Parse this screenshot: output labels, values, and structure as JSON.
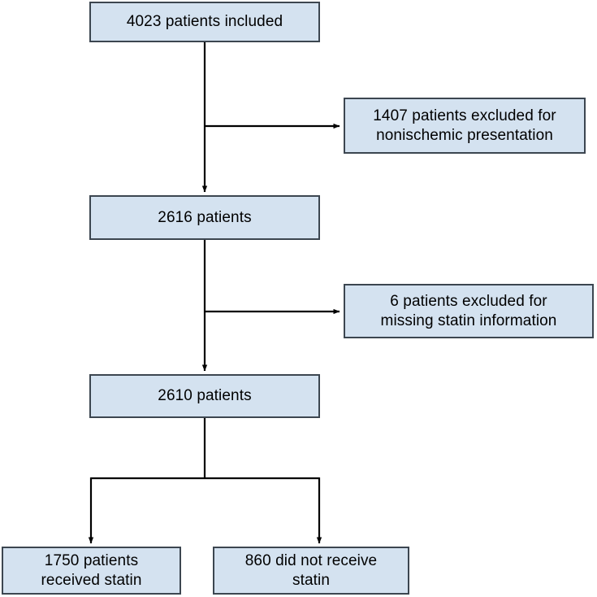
{
  "diagram": {
    "type": "patient-flow-flowchart",
    "title": "",
    "colors": {
      "node_fill": "#d4e2f0",
      "node_border": "#3c4650",
      "connector": "#000000",
      "text": "#000000",
      "background": "#ffffff"
    },
    "nodes": [
      {
        "id": "included",
        "role": "cohort",
        "line1": "4023 patients included",
        "line2": "",
        "count": 4023
      },
      {
        "id": "excluded_nonischemic",
        "role": "exclusion",
        "line1": "1407 patients excluded for",
        "line2": "nonischemic presentation",
        "count": 1407
      },
      {
        "id": "cohort_2616",
        "role": "cohort",
        "line1": "2616 patients",
        "line2": "",
        "count": 2616
      },
      {
        "id": "excluded_missing_statin",
        "role": "exclusion",
        "line1": "6 patients excluded for",
        "line2": "missing statin information",
        "count": 6
      },
      {
        "id": "cohort_2610",
        "role": "cohort",
        "line1": "2610 patients",
        "line2": "",
        "count": 2610
      },
      {
        "id": "received_statin",
        "role": "outcome",
        "line1": "1750 patients",
        "line2": "received statin",
        "count": 1750
      },
      {
        "id": "no_statin",
        "role": "outcome",
        "line1": "860 did not receive",
        "line2": "statin",
        "count": 860
      }
    ],
    "connectors": [
      {
        "id": "included-to-2616",
        "from": "included",
        "to": "cohort_2616",
        "style": "arrow-down"
      },
      {
        "id": "included-to-excl-1",
        "from": "included",
        "to": "excluded_nonischemic",
        "style": "arrow-right"
      },
      {
        "id": "2616-to-2610",
        "from": "cohort_2616",
        "to": "cohort_2610",
        "style": "arrow-down"
      },
      {
        "id": "2616-to-excl-2",
        "from": "cohort_2616",
        "to": "excluded_missing_statin",
        "style": "arrow-right"
      },
      {
        "id": "2610-to-received",
        "from": "cohort_2610",
        "to": "received_statin",
        "style": "arrow-down-split-left"
      },
      {
        "id": "2610-to-none",
        "from": "cohort_2610",
        "to": "no_statin",
        "style": "arrow-down-split-right"
      }
    ]
  }
}
